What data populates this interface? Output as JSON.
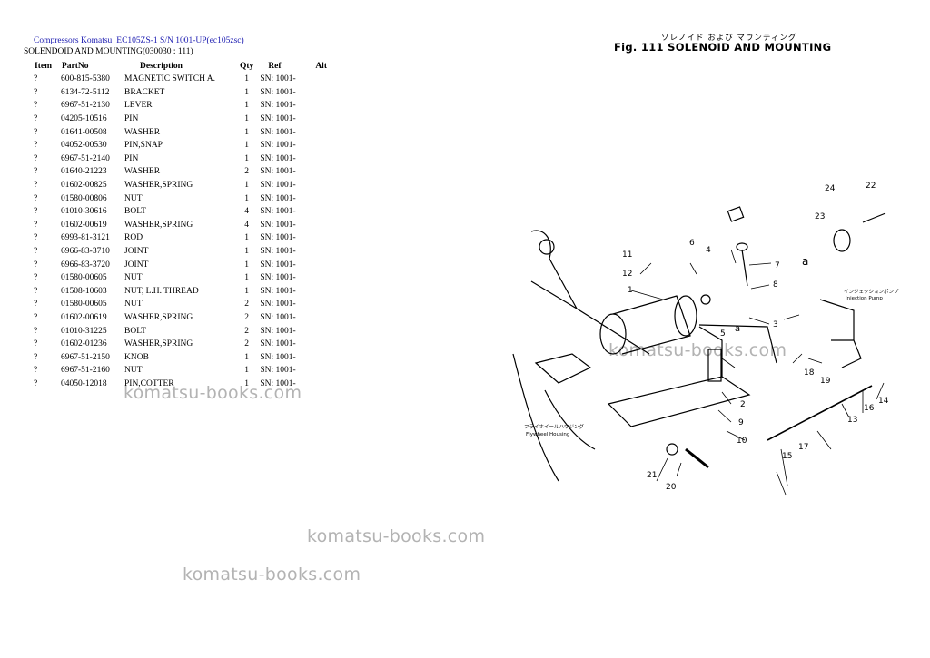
{
  "breadcrumb": {
    "links": [
      "Compressors Komatsu",
      "EC105ZS-1 S/N 1001-UP(ec105zsc)"
    ]
  },
  "section_title": "SOLENDOID AND MOUNTING(030030 : 111)",
  "table": {
    "headers": {
      "item": "Item",
      "partno": "PartNo",
      "description": "Description",
      "qty": "Qty",
      "ref": "Ref",
      "alt": "Alt"
    },
    "rows": [
      {
        "item": "?",
        "partno": "600-815-5380",
        "description": "MAGNETIC SWITCH A.",
        "qty": "1",
        "ref": "SN: 1001-"
      },
      {
        "item": "?",
        "partno": "6134-72-5112",
        "description": "BRACKET",
        "qty": "1",
        "ref": "SN: 1001-"
      },
      {
        "item": "?",
        "partno": "6967-51-2130",
        "description": "LEVER",
        "qty": "1",
        "ref": "SN: 1001-"
      },
      {
        "item": "?",
        "partno": "04205-10516",
        "description": "PIN",
        "qty": "1",
        "ref": "SN: 1001-"
      },
      {
        "item": "?",
        "partno": "01641-00508",
        "description": "WASHER",
        "qty": "1",
        "ref": "SN: 1001-"
      },
      {
        "item": "?",
        "partno": "04052-00530",
        "description": "PIN,SNAP",
        "qty": "1",
        "ref": "SN: 1001-"
      },
      {
        "item": "?",
        "partno": "6967-51-2140",
        "description": "PIN",
        "qty": "1",
        "ref": "SN: 1001-"
      },
      {
        "item": "?",
        "partno": "01640-21223",
        "description": "WASHER",
        "qty": "2",
        "ref": "SN: 1001-"
      },
      {
        "item": "?",
        "partno": "01602-00825",
        "description": "WASHER,SPRING",
        "qty": "1",
        "ref": "SN: 1001-"
      },
      {
        "item": "?",
        "partno": "01580-00806",
        "description": "NUT",
        "qty": "1",
        "ref": "SN: 1001-"
      },
      {
        "item": "?",
        "partno": "01010-30616",
        "description": "BOLT",
        "qty": "4",
        "ref": "SN: 1001-"
      },
      {
        "item": "?",
        "partno": "01602-00619",
        "description": "WASHER,SPRING",
        "qty": "4",
        "ref": "SN: 1001-"
      },
      {
        "item": "?",
        "partno": "6993-81-3121",
        "description": "ROD",
        "qty": "1",
        "ref": "SN: 1001-"
      },
      {
        "item": "?",
        "partno": "6966-83-3710",
        "description": "JOINT",
        "qty": "1",
        "ref": "SN: 1001-"
      },
      {
        "item": "?",
        "partno": "6966-83-3720",
        "description": "JOINT",
        "qty": "1",
        "ref": "SN: 1001-"
      },
      {
        "item": "?",
        "partno": "01580-00605",
        "description": "NUT",
        "qty": "1",
        "ref": "SN: 1001-"
      },
      {
        "item": "?",
        "partno": "01508-10603",
        "description": "NUT, L.H. THREAD",
        "qty": "1",
        "ref": "SN: 1001-"
      },
      {
        "item": "?",
        "partno": "01580-00605",
        "description": "NUT",
        "qty": "2",
        "ref": "SN: 1001-"
      },
      {
        "item": "?",
        "partno": "01602-00619",
        "description": "WASHER,SPRING",
        "qty": "2",
        "ref": "SN: 1001-"
      },
      {
        "item": "?",
        "partno": "01010-31225",
        "description": "BOLT",
        "qty": "2",
        "ref": "SN: 1001-"
      },
      {
        "item": "?",
        "partno": "01602-01236",
        "description": "WASHER,SPRING",
        "qty": "2",
        "ref": "SN: 1001-"
      },
      {
        "item": "?",
        "partno": "6967-51-2150",
        "description": "KNOB",
        "qty": "1",
        "ref": "SN: 1001-"
      },
      {
        "item": "?",
        "partno": "6967-51-2160",
        "description": "NUT",
        "qty": "1",
        "ref": "SN: 1001-"
      },
      {
        "item": "?",
        "partno": "04050-12018",
        "description": "PIN,COTTER",
        "qty": "1",
        "ref": "SN: 1001-"
      }
    ]
  },
  "watermark": "komatsu-books.com",
  "figure": {
    "jp_title": "ソレノイド および マウンティング",
    "title": "Fig. 111  SOLENOID AND MOUNTING",
    "label_a": "a",
    "label_injection_pump_jp": "インジェクションポンプ",
    "label_injection_pump": "Injection Pump",
    "label_flywheel_jp": "フライホイールハウジング",
    "label_flywheel": "Flywheel Housing",
    "callouts": [
      "1",
      "2",
      "3",
      "4",
      "5",
      "6",
      "7",
      "8",
      "9",
      "10",
      "11",
      "12",
      "13",
      "14",
      "15",
      "16",
      "17",
      "18",
      "19",
      "20",
      "21",
      "22",
      "23",
      "24"
    ]
  }
}
